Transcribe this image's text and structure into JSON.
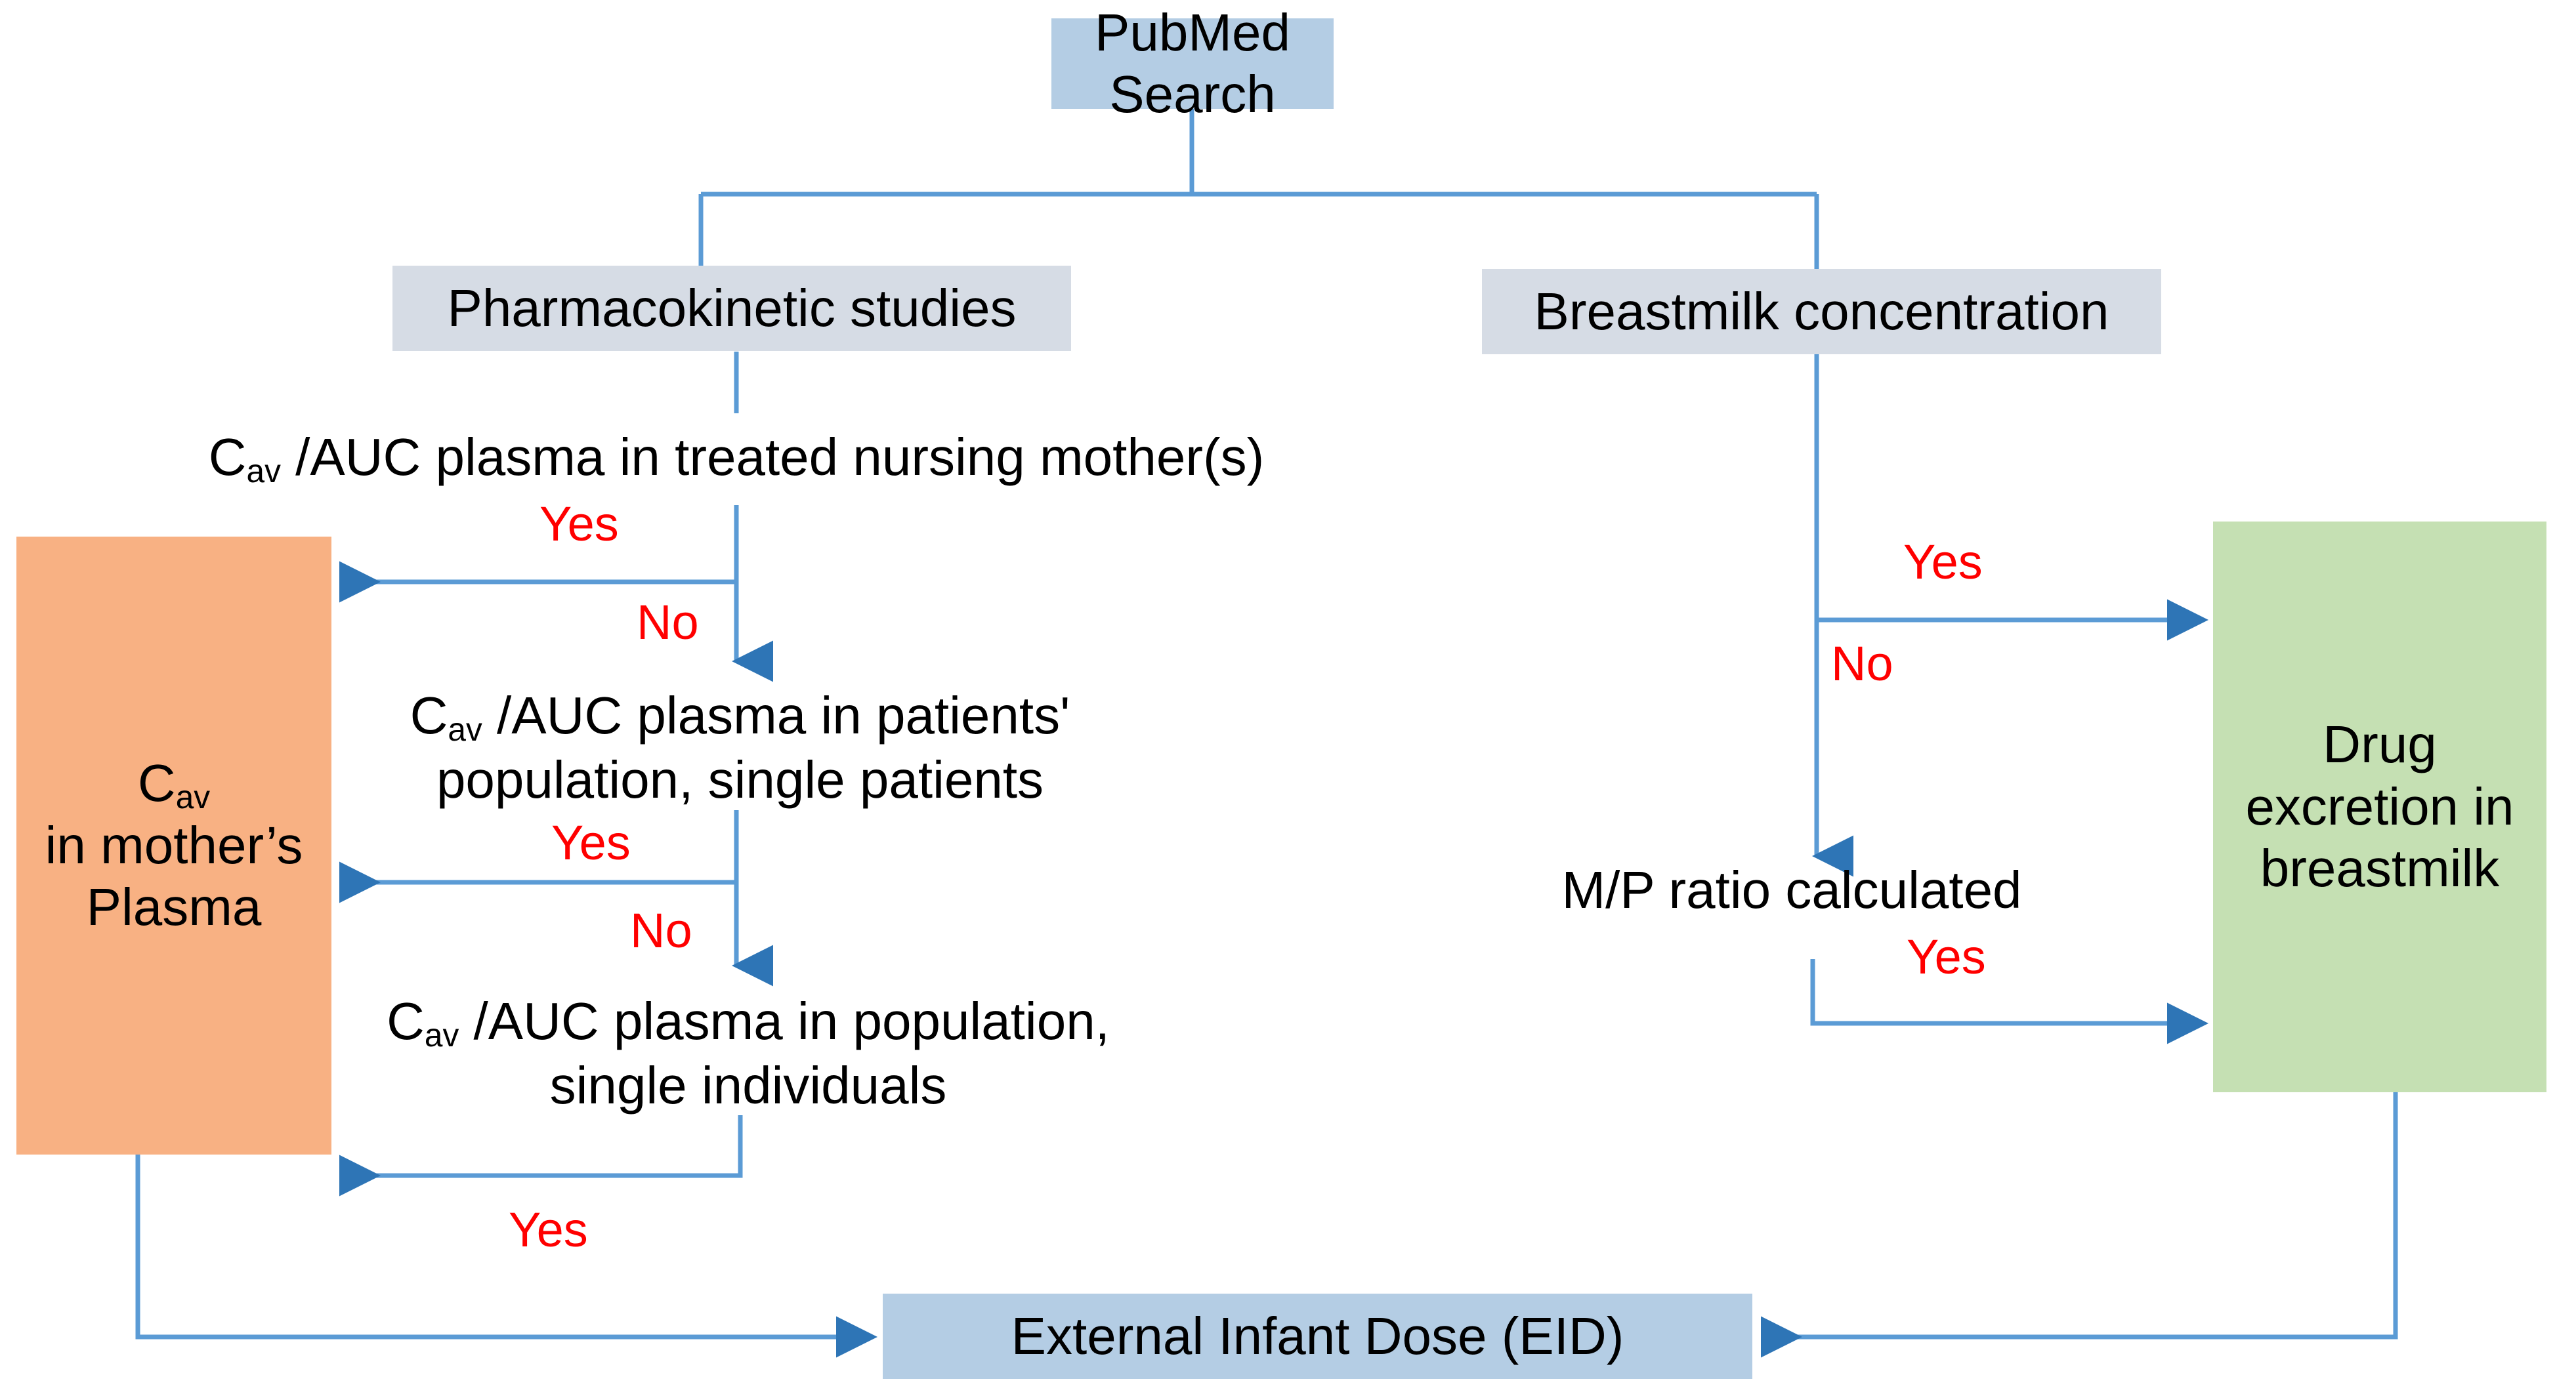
{
  "diagram": {
    "title_node": {
      "label": "PubMed Search"
    },
    "branch_left": {
      "label": "Pharmacokinetic studies"
    },
    "branch_right": {
      "label": "Breastmilk concentration"
    },
    "decisions": {
      "d1_line1": "C",
      "d1_sub": "av",
      "d1_rest": " /AUC plasma in treated nursing mother(s)",
      "d2_line1_a": "C",
      "d2_sub": "av",
      "d2_line1_b": " /AUC plasma in patients'",
      "d2_line2": "population, single patients",
      "d3_line1_a": "C",
      "d3_sub": "av",
      "d3_line1_b": " /AUC plasma in population,",
      "d3_line2": "single individuals",
      "mp_ratio": "M/P ratio calculated"
    },
    "outcome_left": {
      "line1_a": "C",
      "line1_sub": "av",
      "line2": "in mother’s",
      "line3": "Plasma"
    },
    "outcome_right": {
      "line1": "Drug",
      "line2": "excretion in",
      "line3": "breastmilk"
    },
    "result": {
      "label": "External Infant Dose (EID)"
    },
    "edge_labels": {
      "yes1": "Yes",
      "no1": "No",
      "yes2": "Yes",
      "no2": "No",
      "yes3": "Yes",
      "yes_right_1": "Yes",
      "no_right_1": "No",
      "yes_right_2": "Yes"
    },
    "colors": {
      "blue_box": "#b4cde4",
      "gray_box": "#d6dce5",
      "orange_box": "#f8b183",
      "green_box": "#c5e0b3",
      "connector": "#5b9bd5",
      "arrow_head": "#2e75b6",
      "label_red": "#ff0000",
      "text": "#000000",
      "background": "#ffffff"
    }
  }
}
